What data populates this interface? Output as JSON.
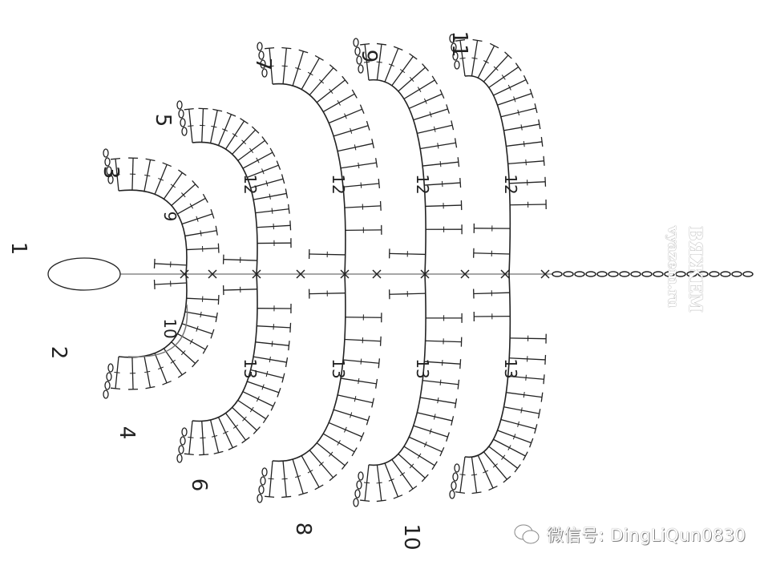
{
  "diagram": {
    "row_labels": [
      "1",
      "2",
      "3",
      "4",
      "5",
      "6",
      "7",
      "8",
      "9",
      "10",
      "11"
    ],
    "upper_counts": [
      "9",
      "12",
      "12",
      "12",
      "12"
    ],
    "lower_counts": [
      "10",
      "13",
      "13",
      "13",
      "13"
    ],
    "colors": {
      "line": "#222222",
      "stem": "#888888",
      "arrow": "#777777"
    }
  },
  "logo": {
    "title": "ВЯЖЕМ",
    "url": "vyazem.ru"
  },
  "watermark": {
    "icon": "wechat-icon",
    "text": "微信号: DingLiQun0830"
  }
}
